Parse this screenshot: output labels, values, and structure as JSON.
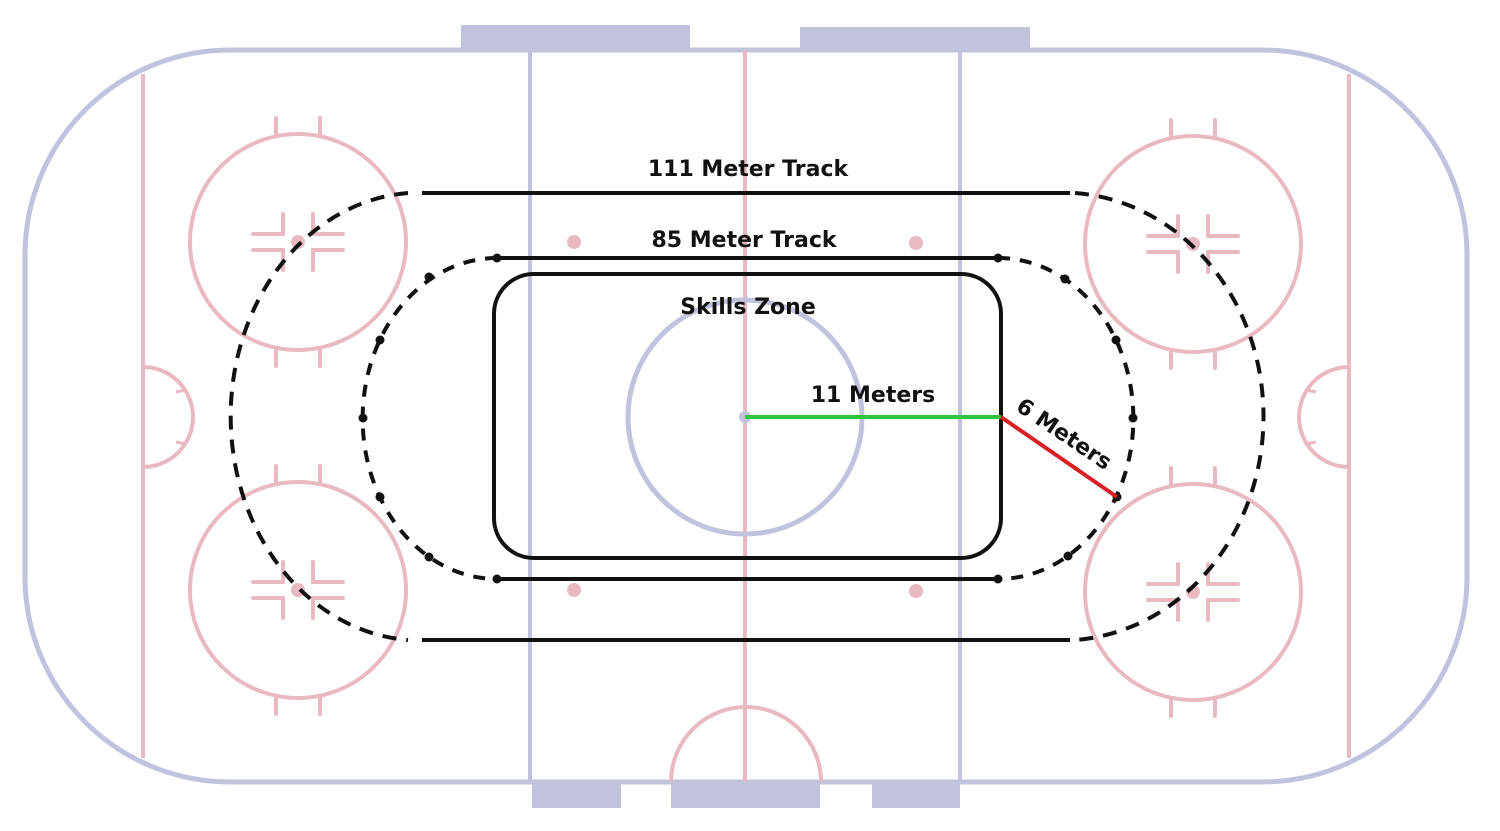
{
  "labels": {
    "track_111": "111 Meter Track",
    "track_85": "85 Meter Track",
    "skills_zone": "Skills Zone",
    "radius_11": "11 Meters",
    "radius_6": "6 Meters"
  },
  "colors": {
    "blue_lines": "#c1c3de",
    "red_lines": "#e9b9c1",
    "track": "#111111",
    "green_measure": "#2ec43c",
    "red_measure": "#d81f26"
  }
}
